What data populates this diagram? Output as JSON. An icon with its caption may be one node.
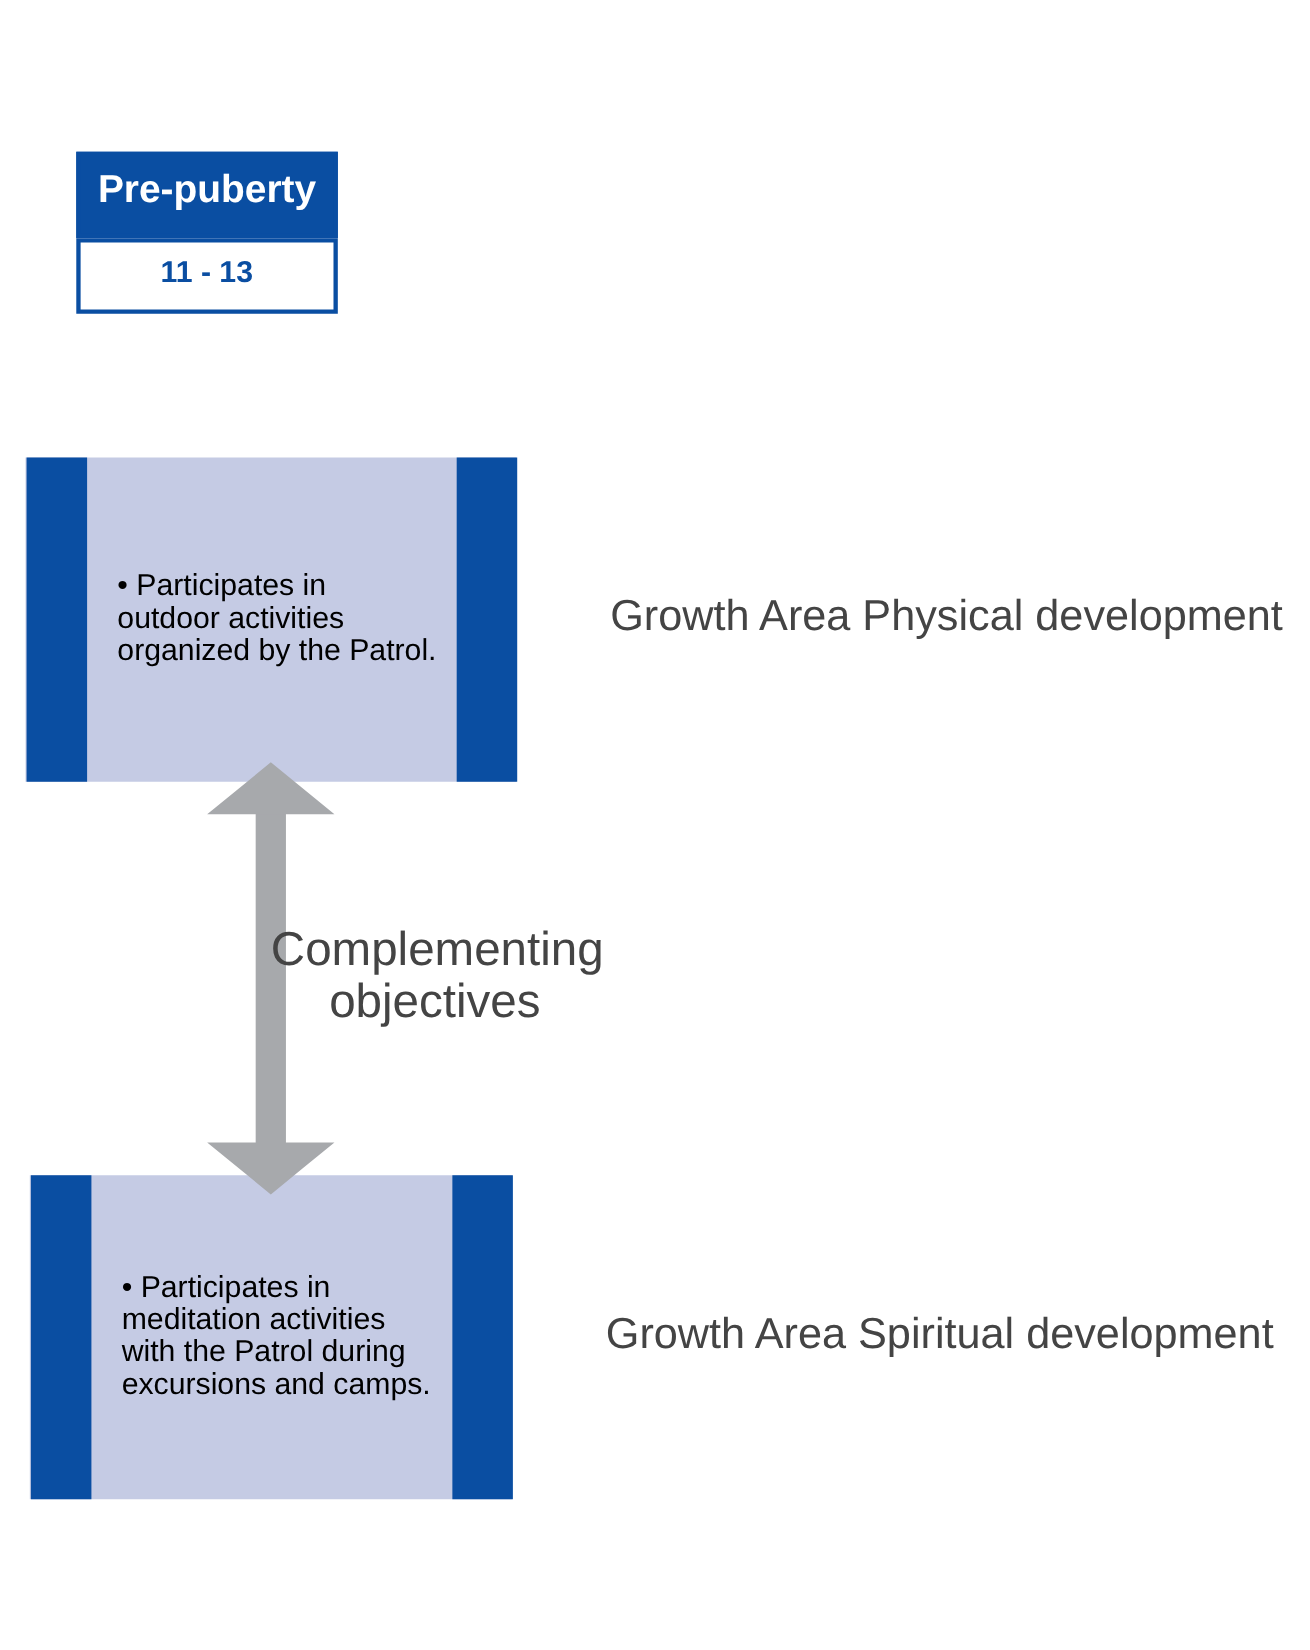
{
  "diagram": {
    "nodes": [
      {
        "text": [
          "Pre-puberty",
          "11 - 13"
        ]
      },
      {
        "text": [
          "• Participates in outdoor activities organized by the Patrol."
        ],
        "beside": [
          "Growth Area Physical development"
        ]
      },
      {
        "text": [
          "• Participates in meditation activities with the Patrol during excursions and camps."
        ],
        "beside": [
          "Growth Area Spiritual development"
        ]
      }
    ],
    "edges": [
      {
        "from": 1,
        "to": 2,
        "arrow": "both",
        "label": "Complementing objectives",
        "color": "#a7a9ac"
      }
    ]
  }
}
